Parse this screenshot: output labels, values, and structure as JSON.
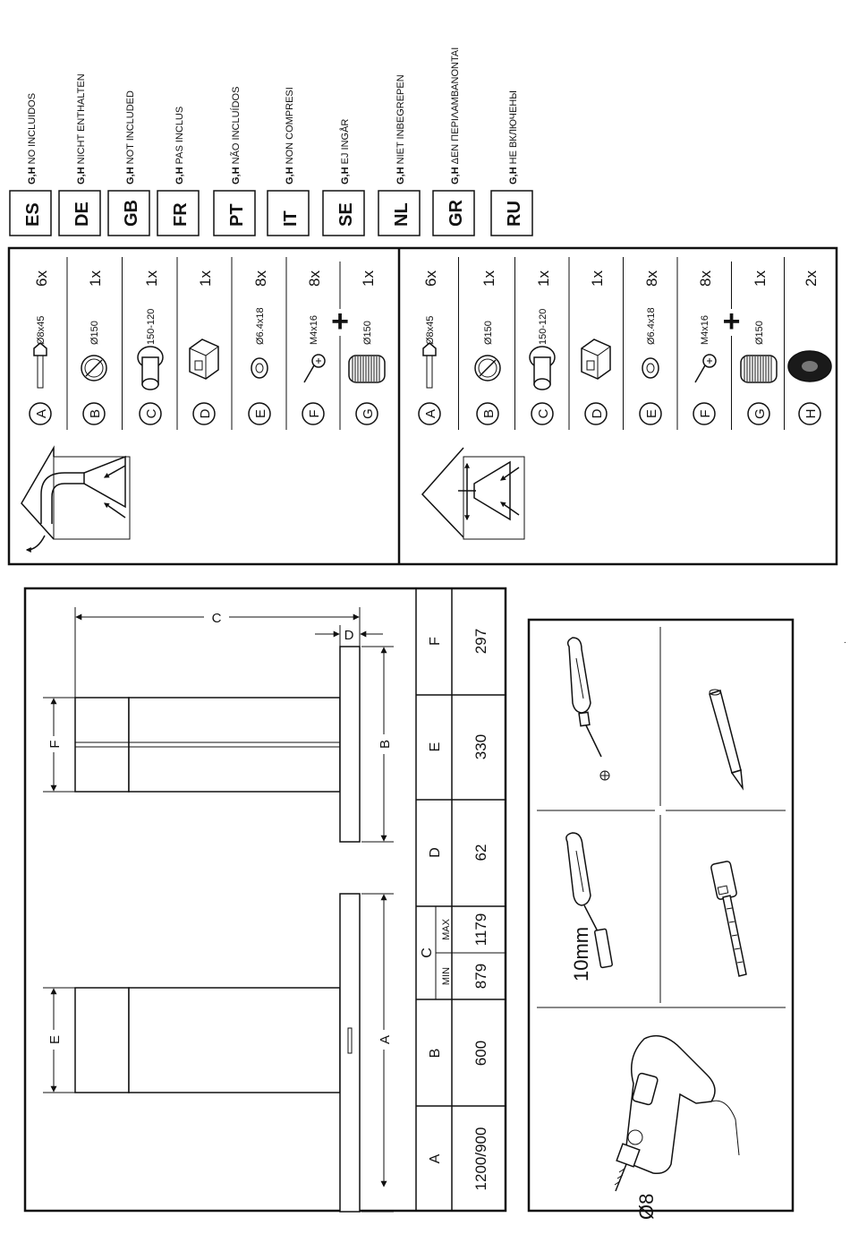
{
  "languages": [
    {
      "code": "ES",
      "prefix": "G,H",
      "note": "NO INCLUIDOS"
    },
    {
      "code": "DE",
      "prefix": "G,H",
      "note": "NICHT ENTHALTEN"
    },
    {
      "code": "GB",
      "prefix": "G,H",
      "note": "NOT INCLUDED"
    },
    {
      "code": "FR",
      "prefix": "G,H",
      "note": "PAS INCLUS"
    },
    {
      "code": "PT",
      "prefix": "G,H",
      "note": "NÃO INCLUÍDOS"
    },
    {
      "code": "IT",
      "prefix": "G,H",
      "note": "NON COMPRESI"
    },
    {
      "code": "SE",
      "prefix": "G,H",
      "note": "EJ INGÅR"
    },
    {
      "code": "NL",
      "prefix": "G,H",
      "note": "NIET INBEGREPEN"
    },
    {
      "code": "GR",
      "prefix": "G,H",
      "note": "ΔΕΝ ΠΕΡΙΛΑΜΒΑΝΟΝΤΑΙ"
    },
    {
      "code": "RU",
      "prefix": "G,H",
      "note": "НЕ ВКЛЮЧЕНЫ"
    }
  ],
  "kit_outlet": [
    {
      "letter": "A",
      "spec": "Ø8x45",
      "qty": "6x"
    },
    {
      "letter": "B",
      "spec": "Ø150",
      "qty": "1x"
    },
    {
      "letter": "C",
      "spec": "150-120",
      "qty": "1x"
    },
    {
      "letter": "D",
      "spec": "",
      "qty": "1x"
    },
    {
      "letter": "E",
      "spec": "Ø6.4x18",
      "qty": "8x"
    },
    {
      "letter": "F",
      "spec": "M4x16",
      "qty": "8x"
    },
    {
      "letter": "G",
      "spec": "Ø150",
      "qty": "1x"
    }
  ],
  "kit_recirc": [
    {
      "letter": "A",
      "spec": "Ø8x45",
      "qty": "6x"
    },
    {
      "letter": "B",
      "spec": "Ø150",
      "qty": "1x"
    },
    {
      "letter": "C",
      "spec": "150-120",
      "qty": "1x"
    },
    {
      "letter": "D",
      "spec": "",
      "qty": "1x"
    },
    {
      "letter": "E",
      "spec": "Ø6.4x18",
      "qty": "8x"
    },
    {
      "letter": "F",
      "spec": "M4x16",
      "qty": "8x"
    },
    {
      "letter": "G",
      "spec": "Ø150",
      "qty": "1x"
    },
    {
      "letter": "H",
      "spec": "",
      "qty": "2x"
    }
  ],
  "plus_sign": "+",
  "dim_labels": {
    "A": "A",
    "B": "B",
    "C": "C",
    "D": "D",
    "E": "E",
    "F": "F"
  },
  "dim_table": {
    "A": {
      "header": "A",
      "value": "1200/900"
    },
    "B": {
      "header": "B",
      "value": "600"
    },
    "C": {
      "header": "C",
      "min_label": "MIN",
      "max_label": "MAX",
      "min": "879",
      "max": "1179"
    },
    "D": {
      "header": "D",
      "value": "62"
    },
    "E": {
      "header": "E",
      "value": "330"
    },
    "F": {
      "header": "F",
      "value": "297"
    }
  },
  "tools": {
    "wrench": "10mm",
    "drill": "Ø8"
  }
}
